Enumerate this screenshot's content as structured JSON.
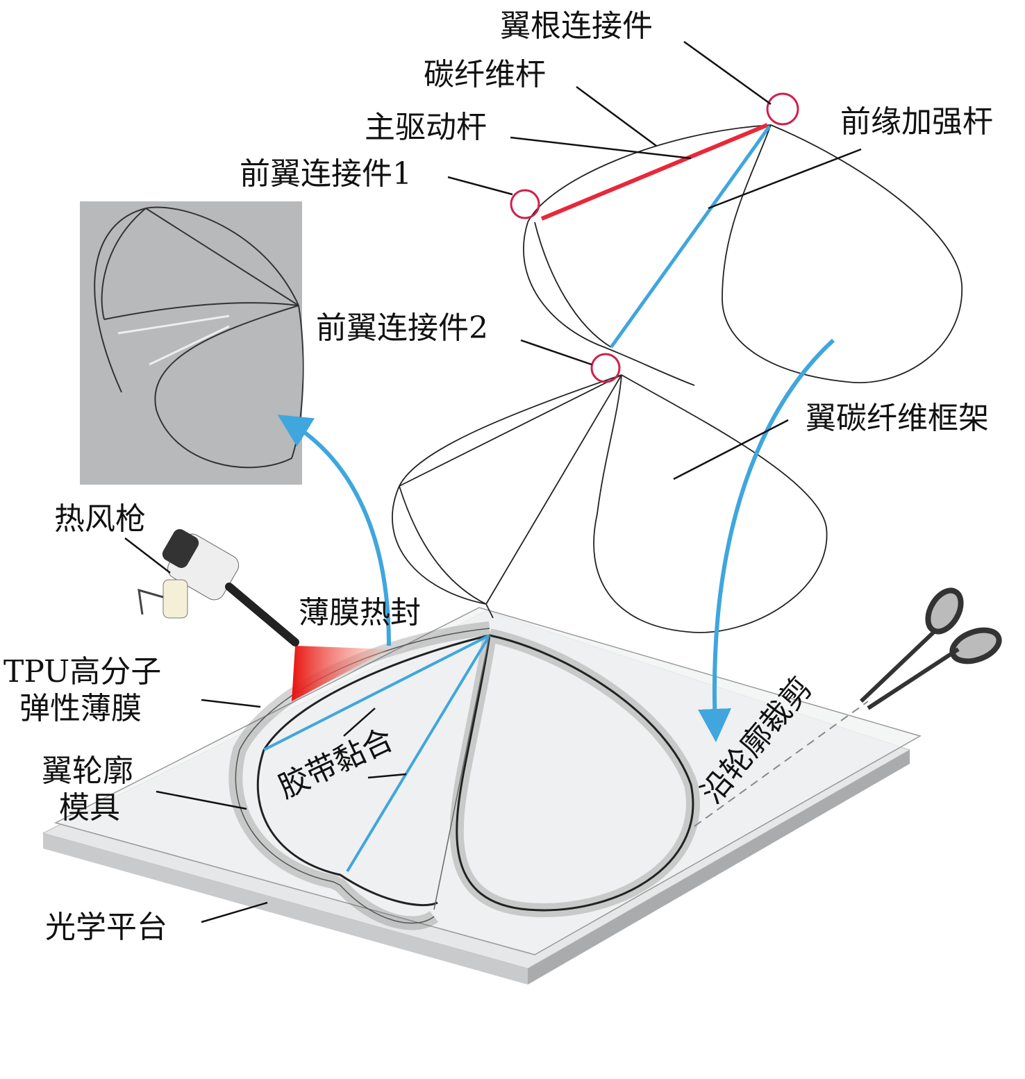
{
  "labels": {
    "wing_root_connector": "翼根连接件",
    "carbon_rod": "碳纤维杆",
    "main_drive_rod": "主驱动杆",
    "front_connector_1": "前翼连接件1",
    "leading_edge_rod": "前缘加强杆",
    "front_connector_2": "前翼连接件2",
    "wing_carbon_frame": "翼碳纤维框架",
    "heat_gun": "热风枪",
    "film_heat_seal": "薄膜热封",
    "tpu_film_line1": "TPU高分子",
    "tpu_film_line2": "弹性薄膜",
    "wing_mold_line1": "翼轮廓",
    "wing_mold_line2": "模具",
    "tape_bonding": "胶带黏合",
    "cut_along_contour": "沿轮廓裁剪",
    "optical_table": "光学平台"
  },
  "colors": {
    "main_drive_rod": "#e8283a",
    "leading_edge_rod": "#3fa6de",
    "connector_circle": "#d0204a",
    "arrow": "#3fa6de"
  }
}
